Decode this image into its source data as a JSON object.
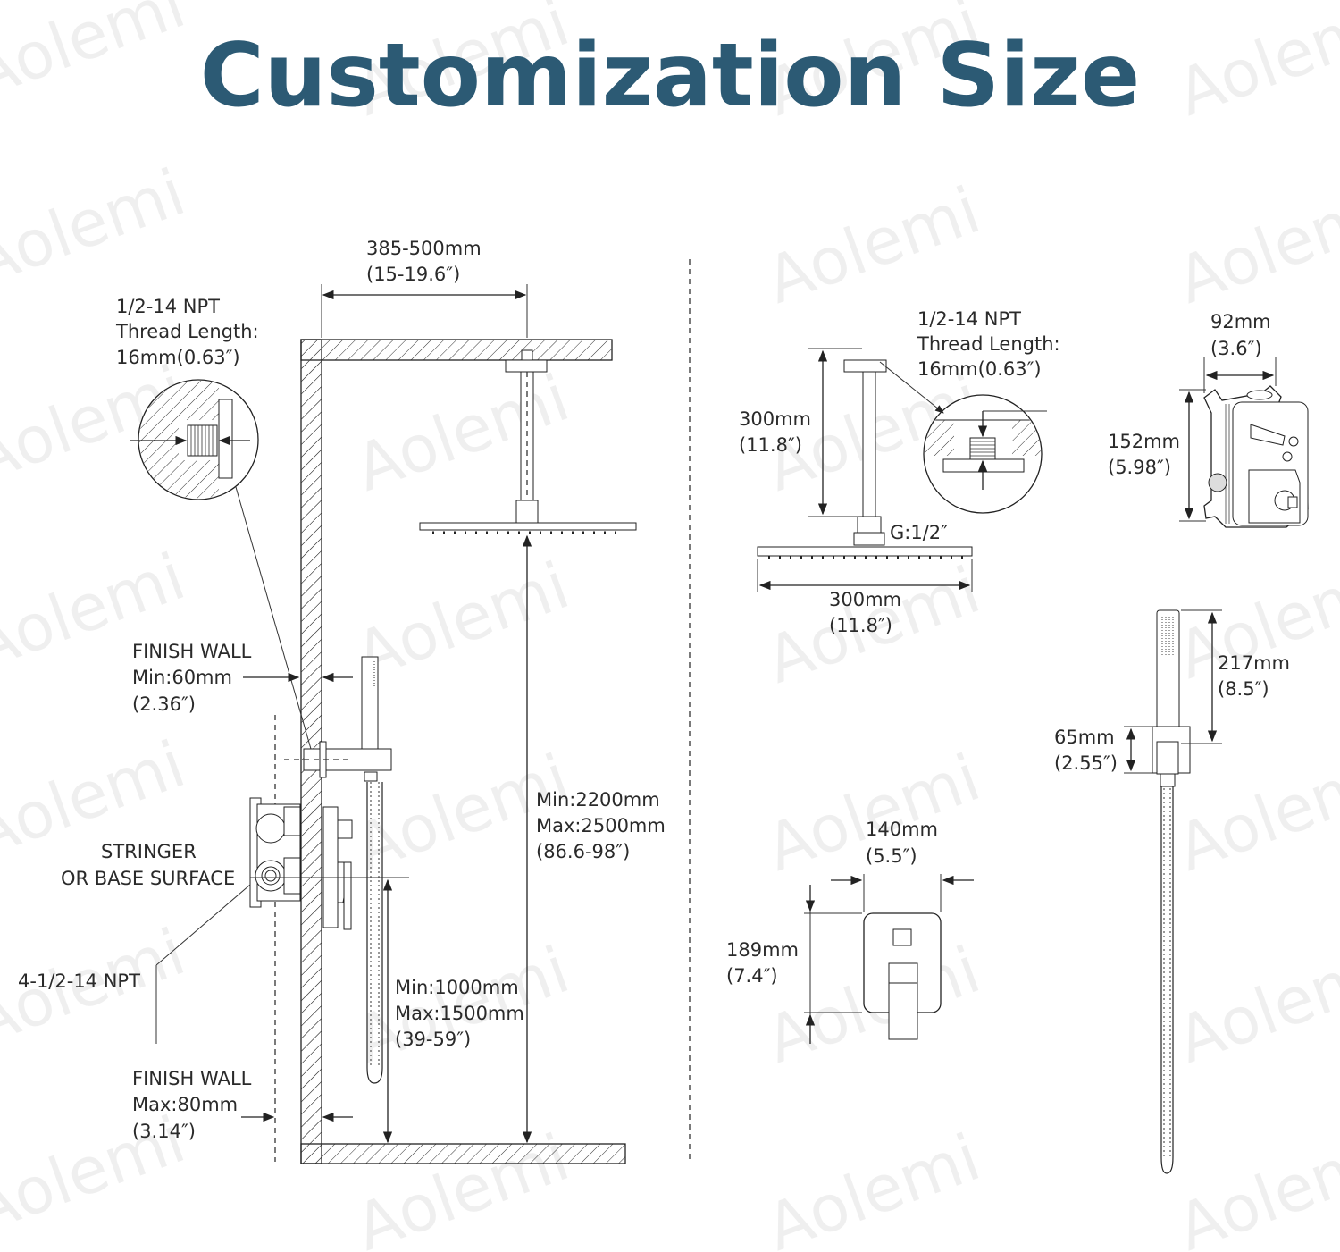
{
  "title": "Customization Size",
  "title_color": "#2c5a74",
  "watermark": "Aolemi",
  "left_diagram": {
    "top_width": [
      "385-500mm",
      "(15-19.6″)"
    ],
    "thread_note": [
      "1/2-14 NPT",
      "Thread Length:",
      "16mm(0.63″)"
    ],
    "finish_wall_min": [
      "FINISH WALL",
      "Min:60mm",
      "(2.36″)"
    ],
    "stringer": [
      "STRINGER",
      "OR BASE SURFACE"
    ],
    "npt_inlets": "4-1/2-14 NPT",
    "finish_wall_max": [
      "FINISH WALL",
      "Max:80mm",
      "(3.14″)"
    ],
    "head_height": [
      "Min:2200mm",
      "Max:2500mm",
      "(86.6-98″)"
    ],
    "valve_height": [
      "Min:1000mm",
      "Max:1500mm",
      "(39-59″)"
    ]
  },
  "right_diagram": {
    "thread_note": [
      "1/2-14 NPT",
      "Thread Length:",
      "16mm(0.63″)"
    ],
    "arm_length": [
      "300mm",
      "(11.8″)"
    ],
    "connection": "G:1/2″",
    "head_width": [
      "300mm",
      "(11.8″)"
    ],
    "valve_body_width": [
      "92mm",
      "(3.6″)"
    ],
    "valve_body_height": [
      "152mm",
      "(5.98″)"
    ],
    "handheld_length": [
      "217mm",
      "(8.5″)"
    ],
    "holder_height": [
      "65mm",
      "(2.55″)"
    ],
    "trim_width": [
      "140mm",
      "(5.5″)"
    ],
    "trim_height": [
      "189mm",
      "(7.4″)"
    ]
  }
}
